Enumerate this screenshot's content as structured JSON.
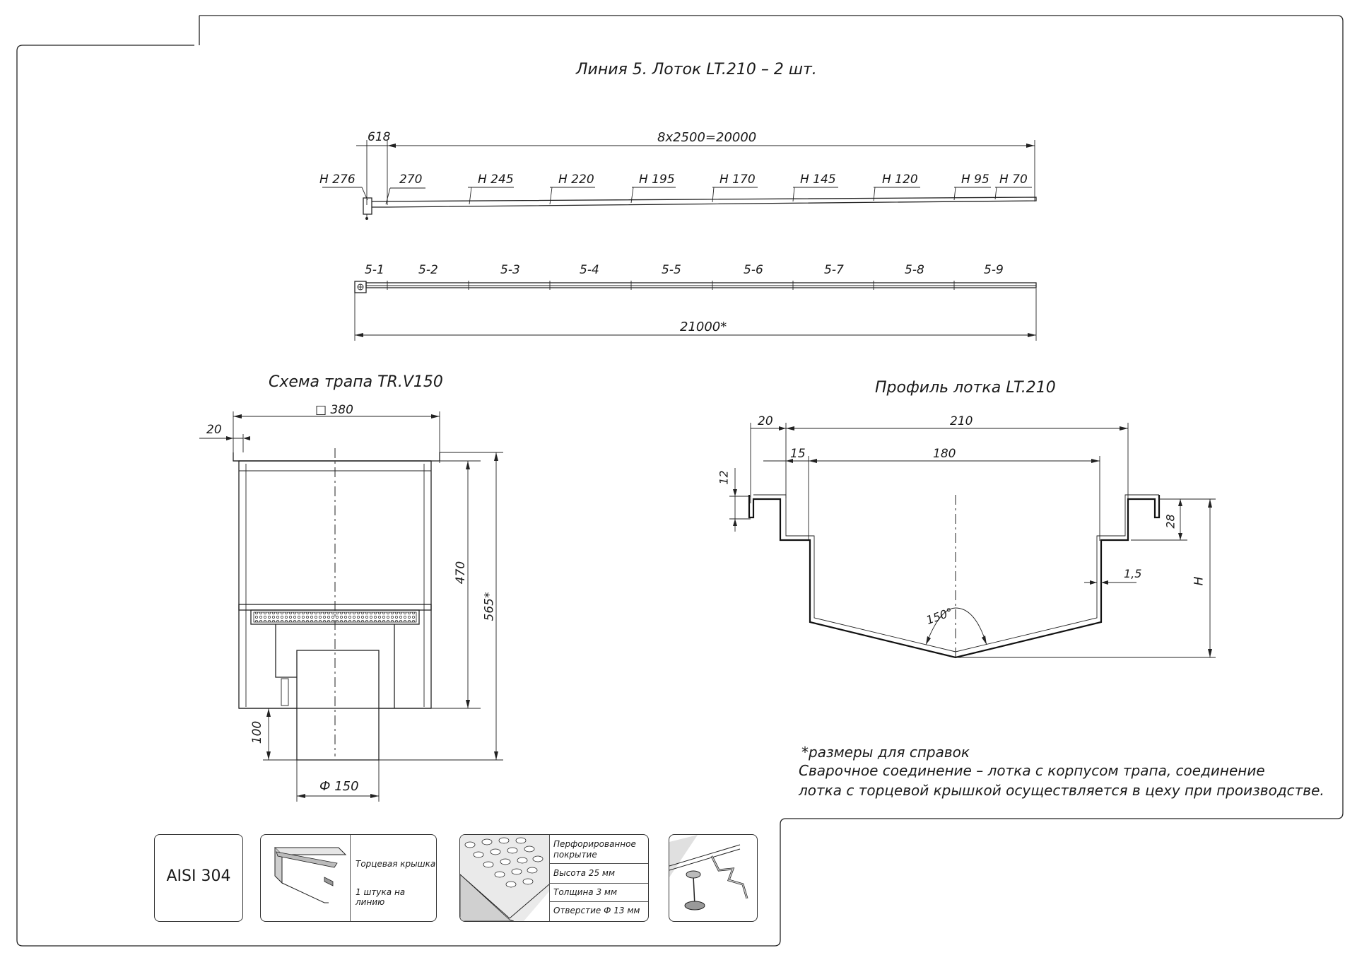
{
  "sheet": {
    "title": "Линия 5. Лоток LT.210 – 2 шт."
  },
  "elevation": {
    "dim_left": "618",
    "dim_total": "8x2500=20000",
    "heights": [
      "H 276",
      "270",
      "H 245",
      "H 220",
      "H 195",
      "H 170",
      "H 145",
      "H 120",
      "H 95",
      "H 70"
    ]
  },
  "plan": {
    "sections": [
      "5-1",
      "5-2",
      "5-3",
      "5-4",
      "5-5",
      "5-6",
      "5-7",
      "5-8",
      "5-9"
    ],
    "dim_total": "21000*"
  },
  "drain": {
    "title": "Схема трапа TR.V150",
    "dim_square": "□ 380",
    "dim_flange": "20",
    "dim_body": "470",
    "dim_total": "565*",
    "dim_outlet_h": "100",
    "dim_outlet_d": "Ф 150"
  },
  "profile": {
    "title": "Профиль лотка LT.210",
    "dim_flange": "20",
    "dim_width": "210",
    "dim_inner_offset": "15",
    "dim_inner": "180",
    "dim_flange_h": "12",
    "dim_rim": "28",
    "dim_wall": "1,5",
    "dim_height": "H",
    "angle": "150°"
  },
  "notes": {
    "line1": "*размеры для справок",
    "line2": "Сварочное соединение – лотка с корпусом трапа, соединение",
    "line3": "лотка с торцевой крышкой осуществляется в цеху при производстве."
  },
  "legend": {
    "material": "AISI 304",
    "end_cap_title": "Торцевая крышка",
    "end_cap_qty": "1 штука на линию",
    "grate_title": "Перфорированное покрытие",
    "grate_height": "Высота 25 мм",
    "grate_thickness": "Толщина 3 мм",
    "grate_hole": "Отверстие Ф 13 мм"
  }
}
